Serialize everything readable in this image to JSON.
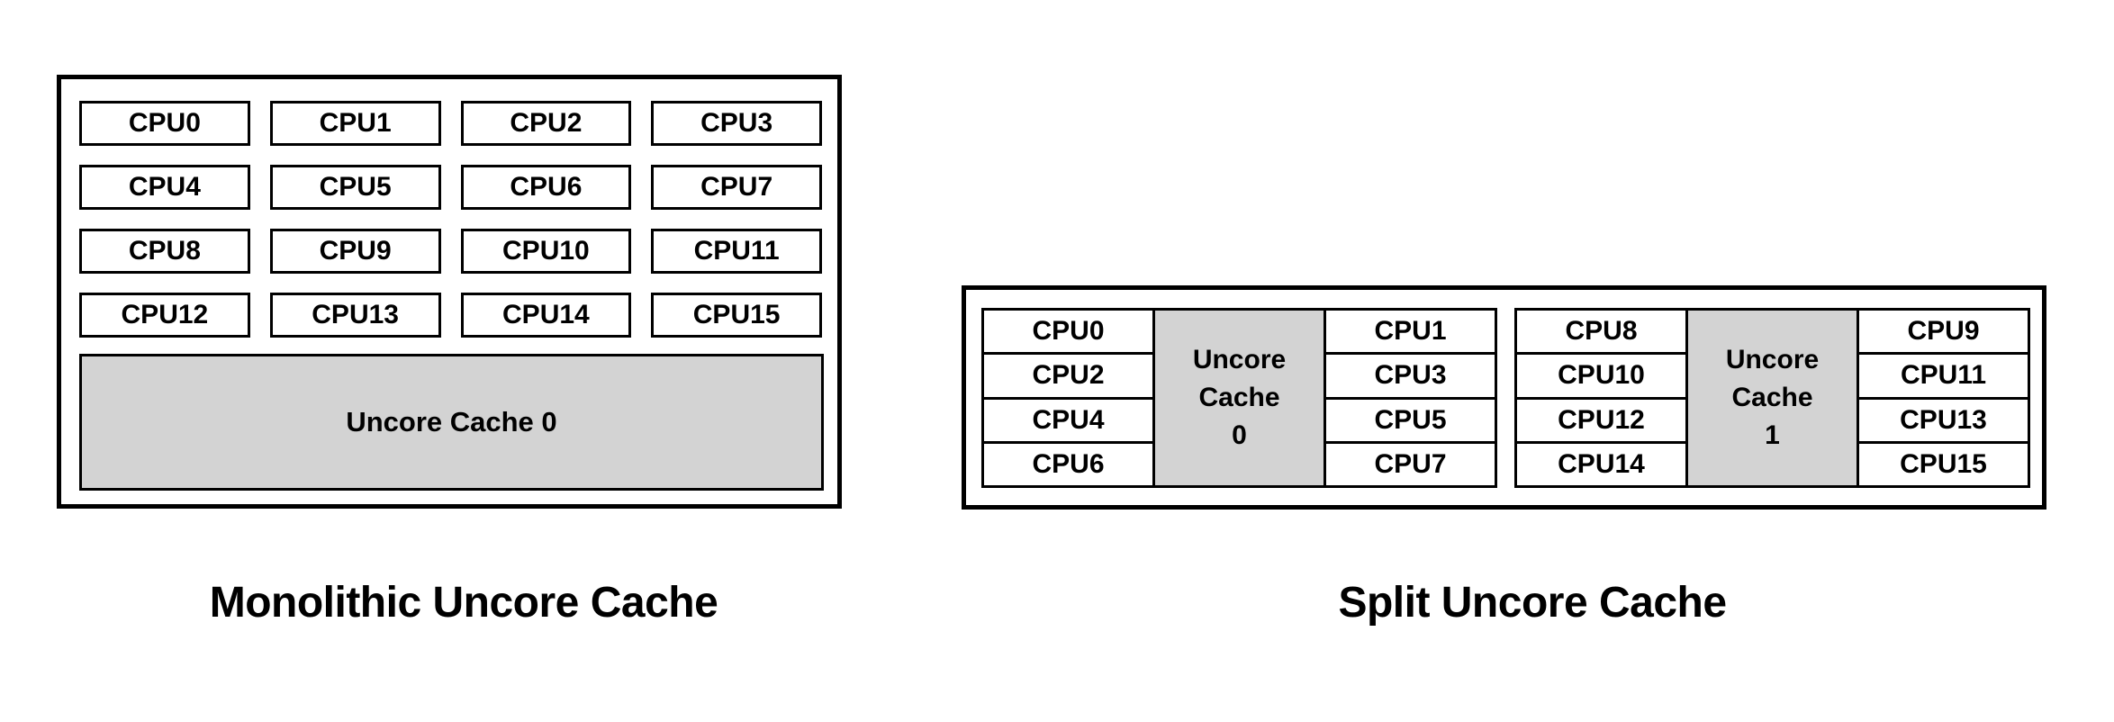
{
  "left_diagram": {
    "title": "Monolithic Uncore Cache",
    "cpus": [
      "CPU0",
      "CPU1",
      "CPU2",
      "CPU3",
      "CPU4",
      "CPU5",
      "CPU6",
      "CPU7",
      "CPU8",
      "CPU9",
      "CPU10",
      "CPU11",
      "CPU12",
      "CPU13",
      "CPU14",
      "CPU15"
    ],
    "cache_label": "Uncore Cache 0"
  },
  "right_diagram": {
    "title": "Split Uncore Cache",
    "clusters": [
      {
        "left_cpus": [
          "CPU0",
          "CPU2",
          "CPU4",
          "CPU6"
        ],
        "cache_lines": [
          "Uncore",
          "Cache",
          "0"
        ],
        "right_cpus": [
          "CPU1",
          "CPU3",
          "CPU5",
          "CPU7"
        ]
      },
      {
        "left_cpus": [
          "CPU8",
          "CPU10",
          "CPU12",
          "CPU14"
        ],
        "cache_lines": [
          "Uncore",
          "Cache",
          "1"
        ],
        "right_cpus": [
          "CPU9",
          "CPU11",
          "CPU13",
          "CPU15"
        ]
      }
    ]
  },
  "colors": {
    "cache_fill": "#D3D3D3",
    "border": "#000000",
    "background": "#FFFFFF"
  }
}
